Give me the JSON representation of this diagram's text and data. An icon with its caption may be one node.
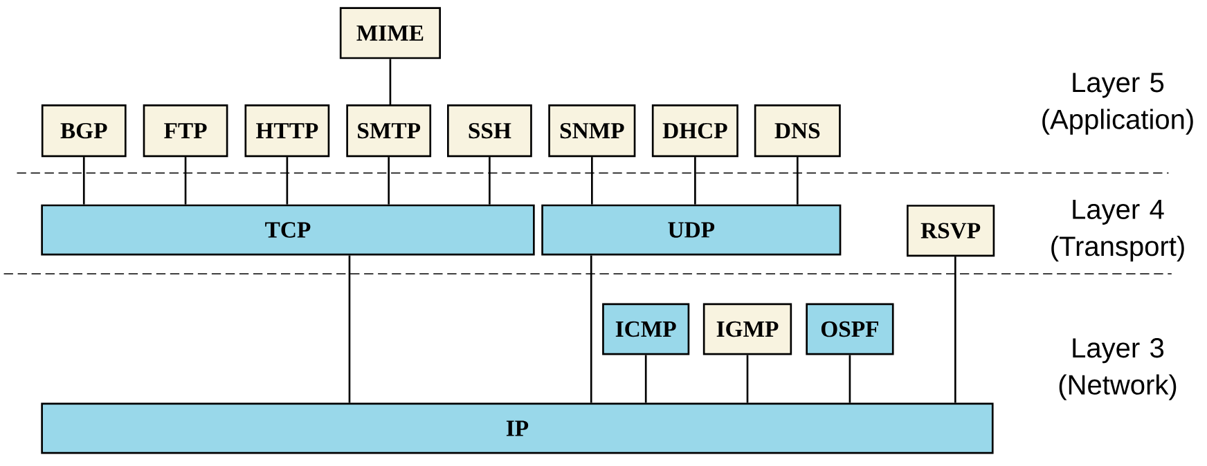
{
  "diagram": {
    "nodes": [
      {
        "text": [
          "MIME"
        ]
      },
      {
        "text": [
          "BGP"
        ]
      },
      {
        "text": [
          "FTP"
        ]
      },
      {
        "text": [
          "HTTP"
        ]
      },
      {
        "text": [
          "SMTP"
        ]
      },
      {
        "text": [
          "SSH"
        ]
      },
      {
        "text": [
          "SNMP"
        ]
      },
      {
        "text": [
          "DHCP"
        ]
      },
      {
        "text": [
          "DNS"
        ]
      },
      {
        "text": [
          "TCP"
        ]
      },
      {
        "text": [
          "UDP"
        ]
      },
      {
        "text": [
          "RSVP"
        ]
      },
      {
        "text": [
          "ICMP"
        ]
      },
      {
        "text": [
          "IGMP"
        ]
      },
      {
        "text": [
          "OSPF"
        ]
      },
      {
        "text": [
          "IP"
        ]
      }
    ],
    "edges": [
      {
        "from": 0,
        "to": 4,
        "arrow": "none"
      },
      {
        "from": 1,
        "to": 9,
        "arrow": "none"
      },
      {
        "from": 2,
        "to": 9,
        "arrow": "none"
      },
      {
        "from": 3,
        "to": 9,
        "arrow": "none"
      },
      {
        "from": 4,
        "to": 9,
        "arrow": "none"
      },
      {
        "from": 5,
        "to": 9,
        "arrow": "none"
      },
      {
        "from": 6,
        "to": 10,
        "arrow": "none"
      },
      {
        "from": 7,
        "to": 10,
        "arrow": "none"
      },
      {
        "from": 8,
        "to": 10,
        "arrow": "none"
      },
      {
        "from": 9,
        "to": 15,
        "arrow": "none"
      },
      {
        "from": 10,
        "to": 15,
        "arrow": "none"
      },
      {
        "from": 12,
        "to": 15,
        "arrow": "none"
      },
      {
        "from": 13,
        "to": 15,
        "arrow": "none"
      },
      {
        "from": 14,
        "to": 15,
        "arrow": "none"
      },
      {
        "from": 11,
        "to": 15,
        "arrow": "none"
      }
    ],
    "labels": [
      "Layer 5 (Application)",
      "Layer 4 (Transport)",
      "Layer 3 (Network)"
    ]
  }
}
